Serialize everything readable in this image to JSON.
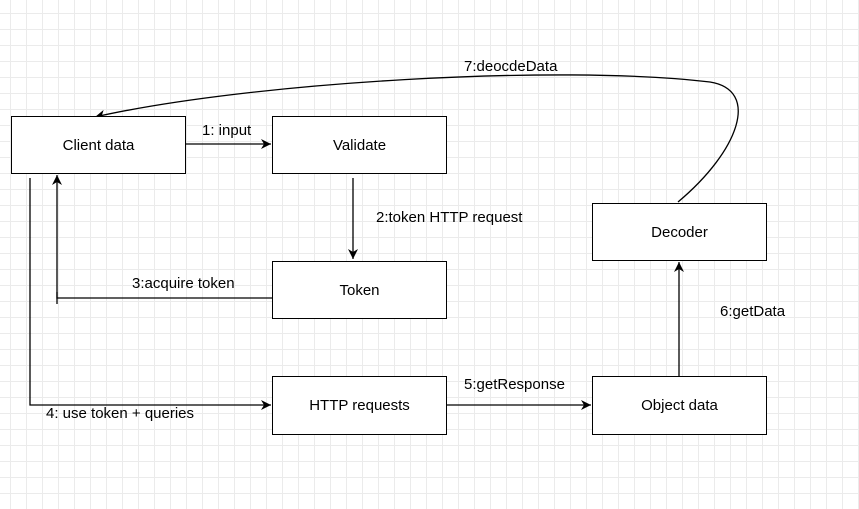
{
  "nodes": {
    "client_data": "Client data",
    "validate": "Validate",
    "token": "Token",
    "http_requests": "HTTP requests",
    "object_data": "Object data",
    "decoder": "Decoder"
  },
  "edges": {
    "e1": "1: input",
    "e2": "2:token HTTP request",
    "e3": "3:acquire token",
    "e4": "4: use token + queries",
    "e5": "5:getResponse",
    "e6": "6:getData",
    "e7": "7:deocdeData"
  }
}
